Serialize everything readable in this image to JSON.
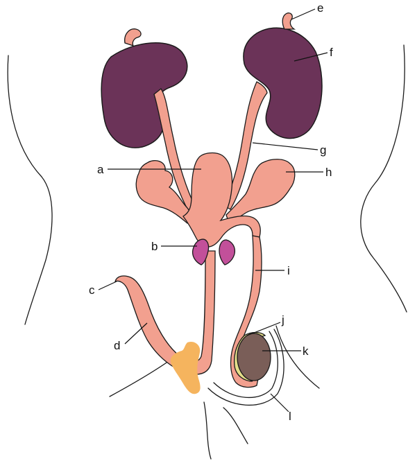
{
  "colors": {
    "kidney": "#6b3358",
    "tract": "#f2a08f",
    "tract_dark": "#e48f7e",
    "bulb_gland": "#c2509a",
    "gland_orange": "#f5b45e",
    "testis": "#7a5e58",
    "epididymis": "#e4de8a",
    "outline": "#1a1a1a"
  },
  "labels": {
    "a": "a",
    "b": "b",
    "c": "c",
    "d": "d",
    "e": "e",
    "f": "f",
    "g": "g",
    "h": "h",
    "i": "i",
    "j": "j",
    "k": "k",
    "l": "l"
  }
}
